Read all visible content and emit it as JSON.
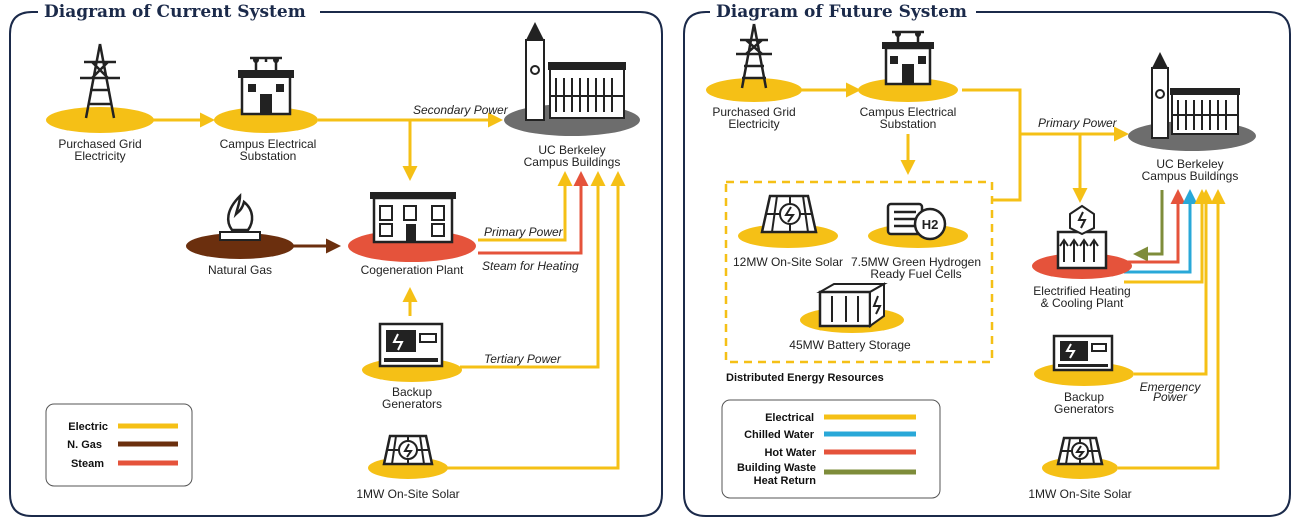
{
  "current": {
    "title": "Diagram of Current System",
    "nodes": {
      "grid": [
        "Purchased Grid",
        "Electricity"
      ],
      "substation": [
        "Campus Electrical",
        "Substation"
      ],
      "campus": [
        "UC Berkeley",
        "Campus Buildings"
      ],
      "gas": [
        "Natural Gas"
      ],
      "cogen": [
        "Cogeneration Plant"
      ],
      "generators": [
        "Backup",
        "Generators"
      ],
      "solar": [
        "1MW On-Site Solar"
      ]
    },
    "flow_labels": {
      "secondary": "Secondary Power",
      "primary": "Primary Power",
      "steam": "Steam for Heating",
      "tertiary": "Tertiary Power"
    },
    "legend": [
      {
        "label": "Electric",
        "color": "#f5c016"
      },
      {
        "label": "N. Gas",
        "color": "#6b2f0e"
      },
      {
        "label": "Steam",
        "color": "#e5533b"
      }
    ]
  },
  "future": {
    "title": "Diagram of Future System",
    "nodes": {
      "grid": [
        "Purchased Grid",
        "Electricity"
      ],
      "substation": [
        "Campus Electrical",
        "Substation"
      ],
      "campus": [
        "UC Berkeley",
        "Campus Buildings"
      ],
      "solar12": [
        "12MW On-Site Solar"
      ],
      "fuelcells": [
        "7.5MW Green Hydrogen",
        "Ready Fuel Cells"
      ],
      "battery": [
        "45MW Battery Storage"
      ],
      "heating": [
        "Electrified Heating",
        "& Cooling Plant"
      ],
      "generators": [
        "Backup",
        "Generators"
      ],
      "solar1": [
        "1MW On-Site Solar"
      ]
    },
    "h2_symbol": "H2",
    "der_label": "Distributed Energy Resources",
    "flow_labels": {
      "primary": "Primary Power",
      "emergency": [
        "Emergency",
        "Power"
      ]
    },
    "legend": [
      {
        "label": [
          "Electrical"
        ],
        "color": "#f5c016"
      },
      {
        "label": [
          "Chilled Water"
        ],
        "color": "#29a8d8"
      },
      {
        "label": [
          "Hot Water"
        ],
        "color": "#e5533b"
      },
      {
        "label": [
          "Building Waste",
          "Heat Return"
        ],
        "color": "#7e8c3a"
      }
    ]
  },
  "colors": {
    "electric": "#f5c016",
    "gas": "#6b2f0e",
    "steam": "#e5533b",
    "chilled": "#29a8d8",
    "waste": "#7e8c3a",
    "panel_border": "#1b2a4a",
    "building_base": "#6d6d6d"
  },
  "icons": [
    "transmission-tower-icon",
    "substation-icon",
    "campus-building-icon",
    "flame-icon",
    "factory-icon",
    "generator-icon",
    "solar-panel-icon",
    "fuel-cell-icon",
    "battery-icon",
    "heat-plant-icon"
  ]
}
